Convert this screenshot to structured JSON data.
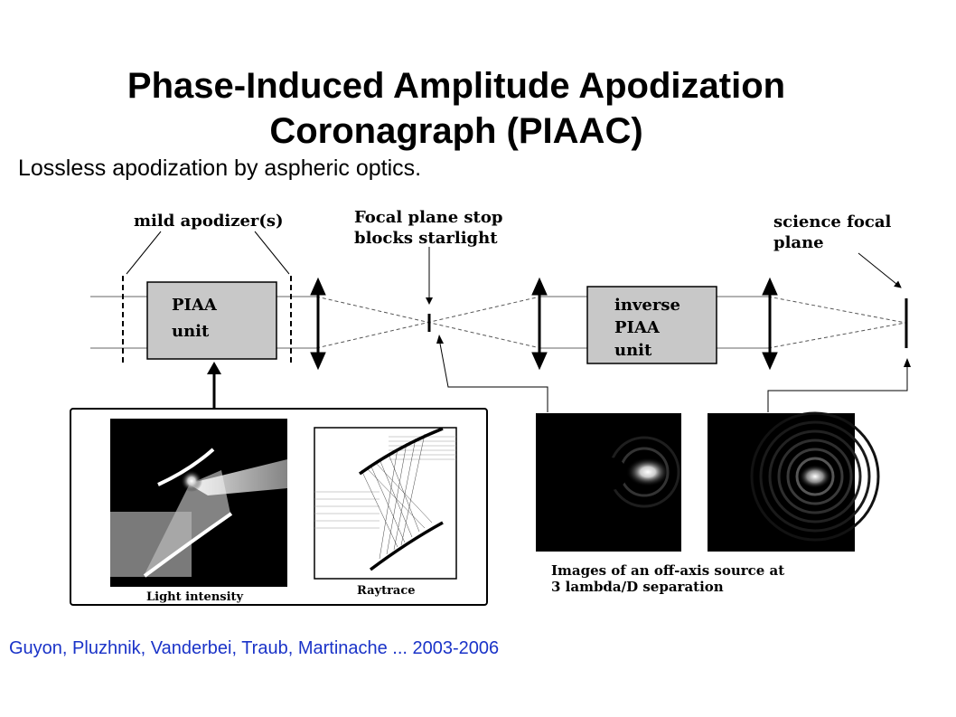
{
  "title_line1": "Phase-Induced Amplitude Apodization",
  "title_line2": "Coronagraph (PIAAC)",
  "subtitle": "Lossless apodization by aspheric optics.",
  "citation": "Guyon, Pluzhnik, Vanderbei, Traub, Martinache ... 2003-2006",
  "colors": {
    "citation": "#1a33c8",
    "box_fill": "#c8c8c8"
  },
  "labels": {
    "mild_apodizers": "mild apodizer(s)",
    "focal_stop_1": "Focal plane stop",
    "focal_stop_2": "blocks starlight",
    "science_1": "science focal",
    "science_2": "plane",
    "piaa_1": "PIAA",
    "piaa_2": "unit",
    "inv_1": "inverse",
    "inv_2": "PIAA",
    "inv_3": "unit",
    "light_intensity": "Light intensity",
    "raytrace": "Raytrace",
    "images_1": "Images of an off-axis source at",
    "images_2": "3 lambda/D separation"
  }
}
